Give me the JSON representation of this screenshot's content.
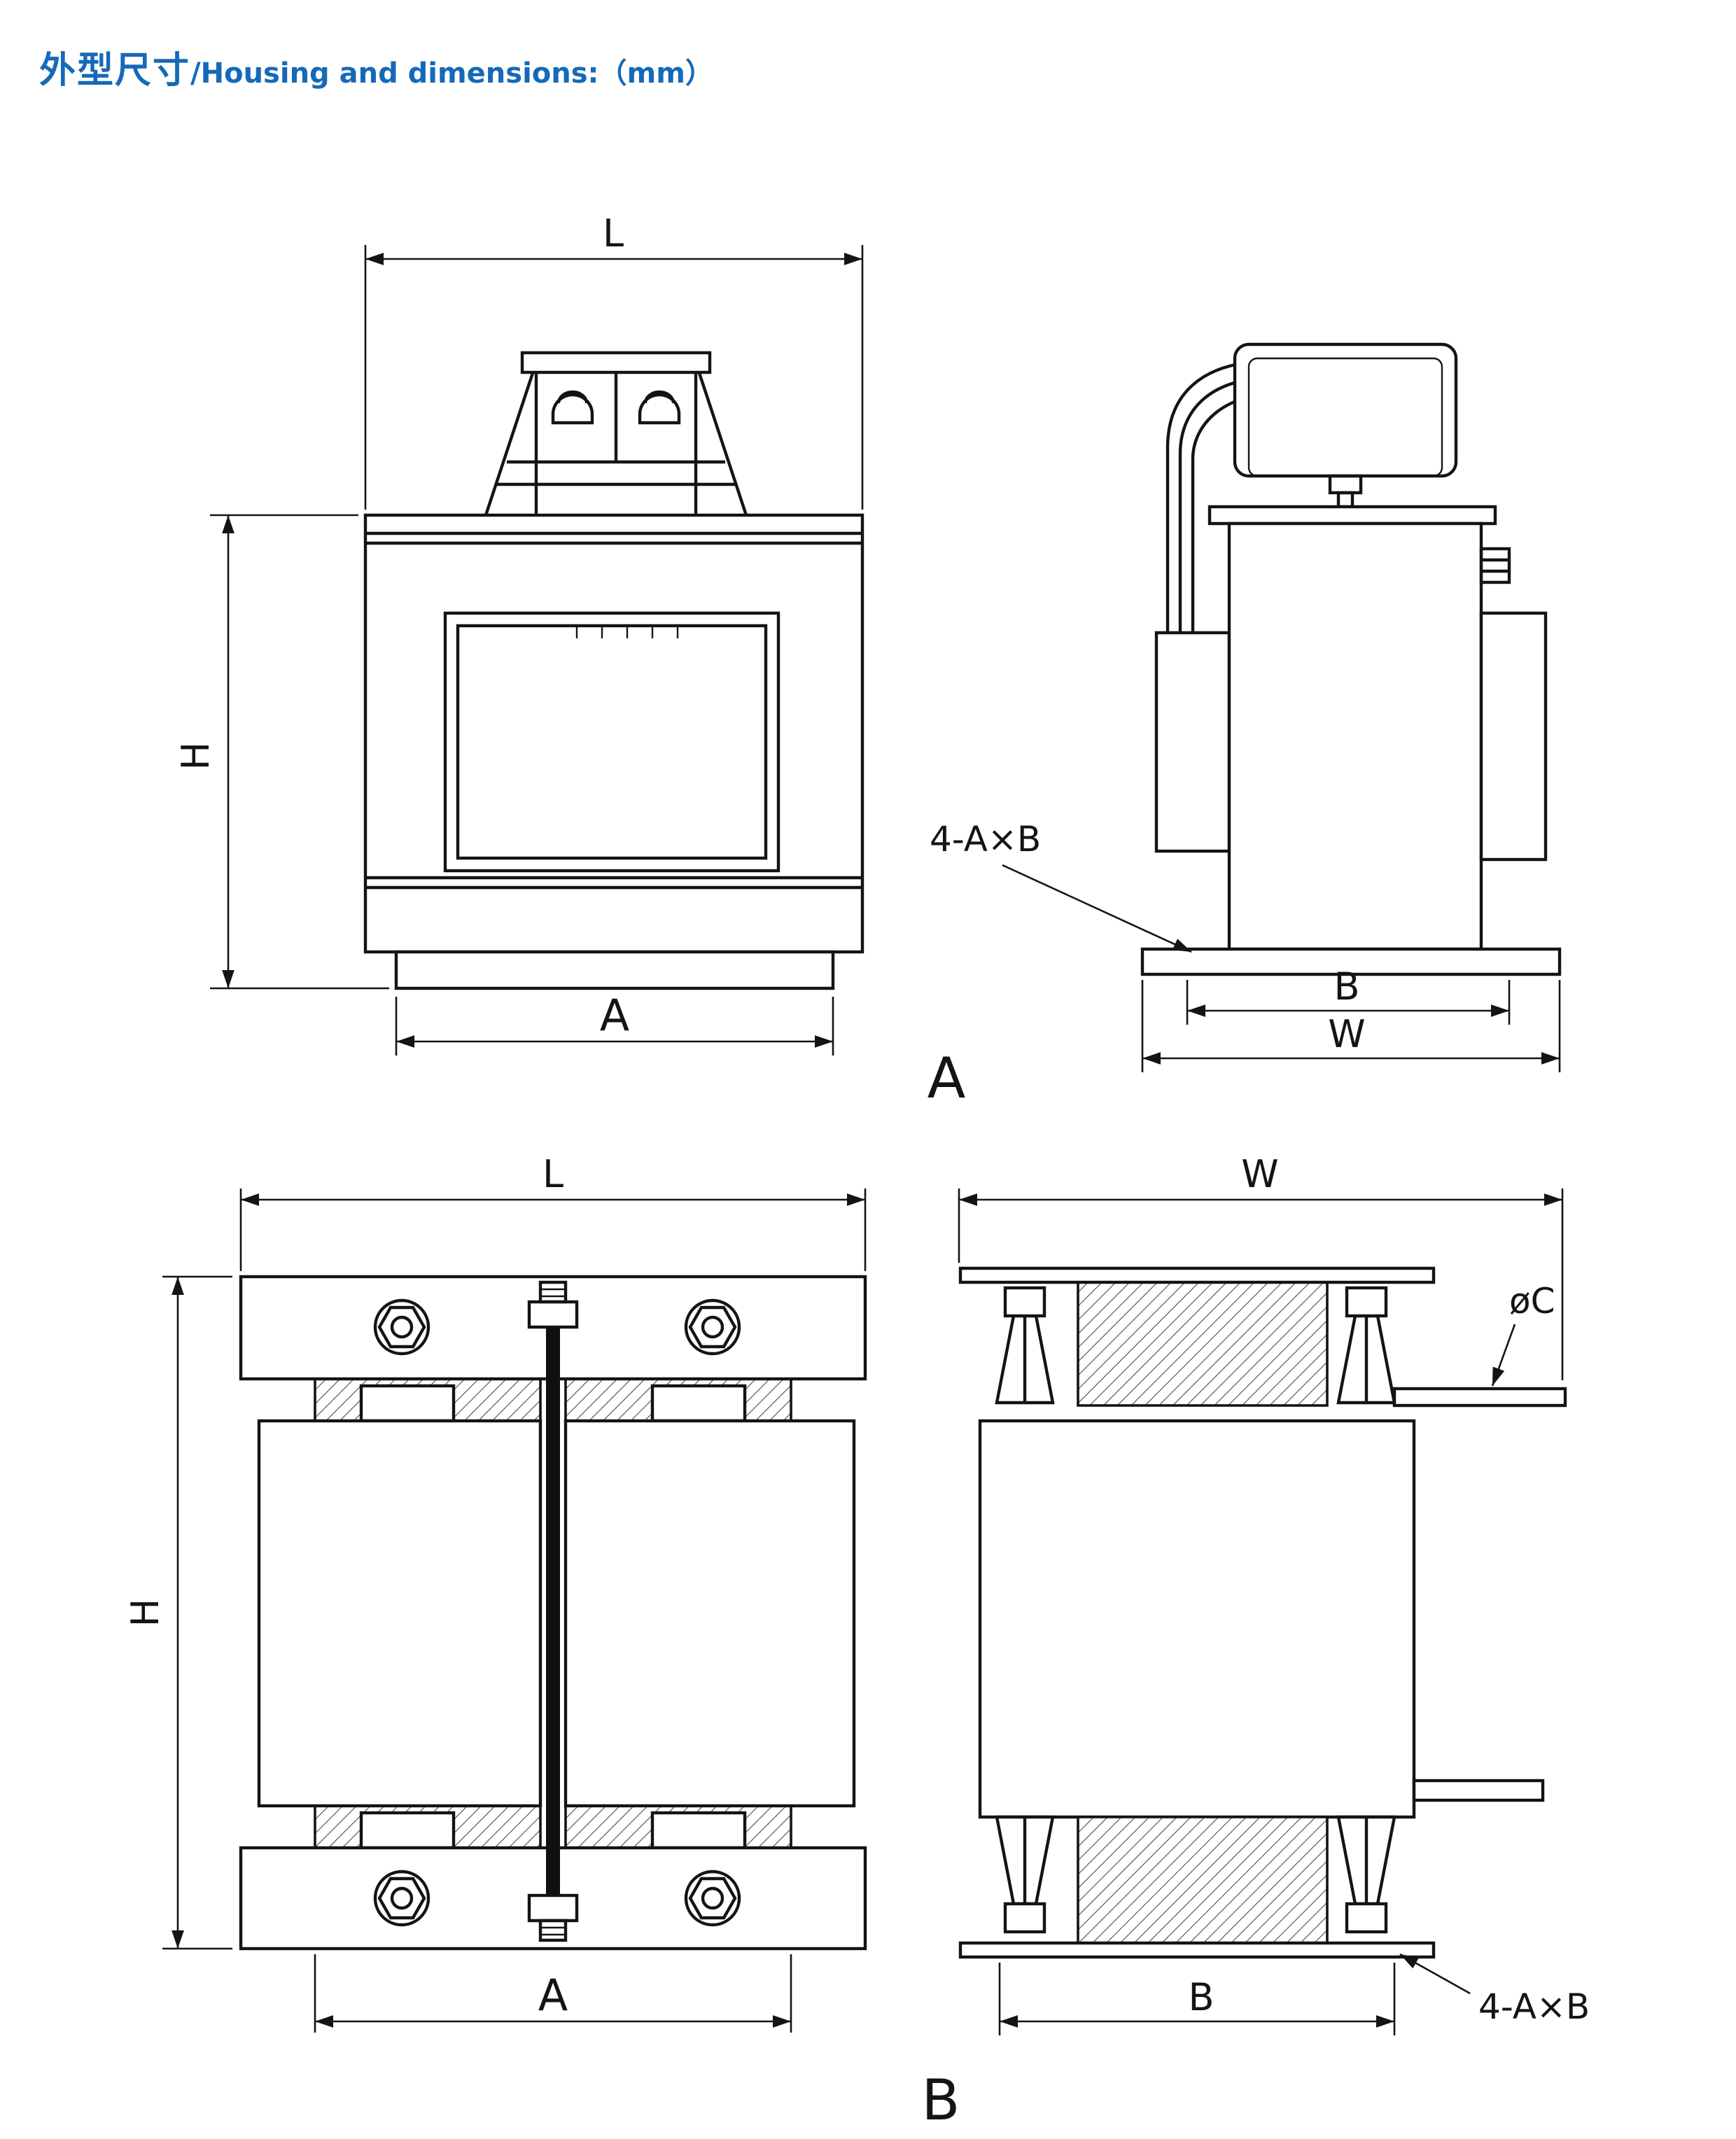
{
  "page": {
    "background": "#ffffff",
    "line_color": "#141414",
    "accent_color": "#1569b9"
  },
  "header": {
    "title_zh": "外型尺寸",
    "title_en": "/Housing and dimensions:（mm）"
  },
  "views": {
    "a_front": {
      "dim_length": "L",
      "dim_height": "H",
      "dim_base": "A"
    },
    "a_side": {
      "callout_slot": "4-A×B",
      "dim_inner": "B",
      "dim_overall": "W"
    },
    "b_front": {
      "dim_length": "L",
      "dim_height": "H",
      "dim_base": "A"
    },
    "b_side": {
      "dim_overall": "W",
      "callout_hole": "øC",
      "dim_base": "B",
      "callout_slot": "4-A×B"
    }
  },
  "view_labels": {
    "top": "A",
    "bottom": "B"
  }
}
